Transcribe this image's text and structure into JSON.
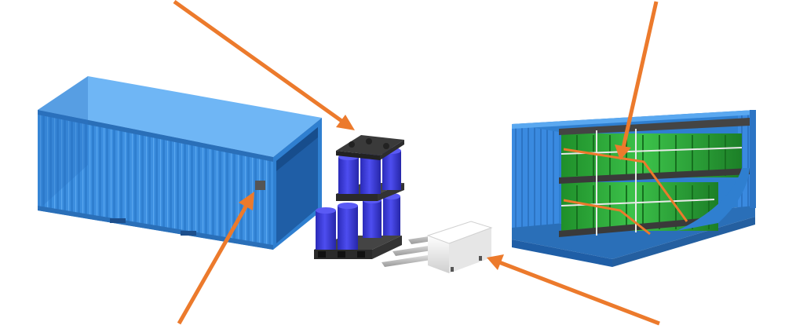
{
  "illustration": {
    "colors": {
      "container_blue": "#3d8fe0",
      "container_shadow": "#2a6fb8",
      "container_light": "#5aa8f0",
      "drum_blue": "#3b3bdc",
      "drum_green": "#2fae3a",
      "pallet_dark": "#3a3a3a",
      "arrow_orange": "#ec7a2c",
      "forklift_white": "#f0f0f0"
    },
    "objects": [
      {
        "name": "closed-container",
        "icon": "shipping-container-icon"
      },
      {
        "name": "drum-pallet-stack",
        "icon": "drum-pallets-icon",
        "drums_per_layer": 4,
        "layers": 2
      },
      {
        "name": "forklift-tines",
        "icon": "pallet-fork-icon",
        "tines": 3
      },
      {
        "name": "loaded-container-cutaway",
        "icon": "loaded-container-icon",
        "drum_rows": 2
      }
    ],
    "arrows": 4
  }
}
